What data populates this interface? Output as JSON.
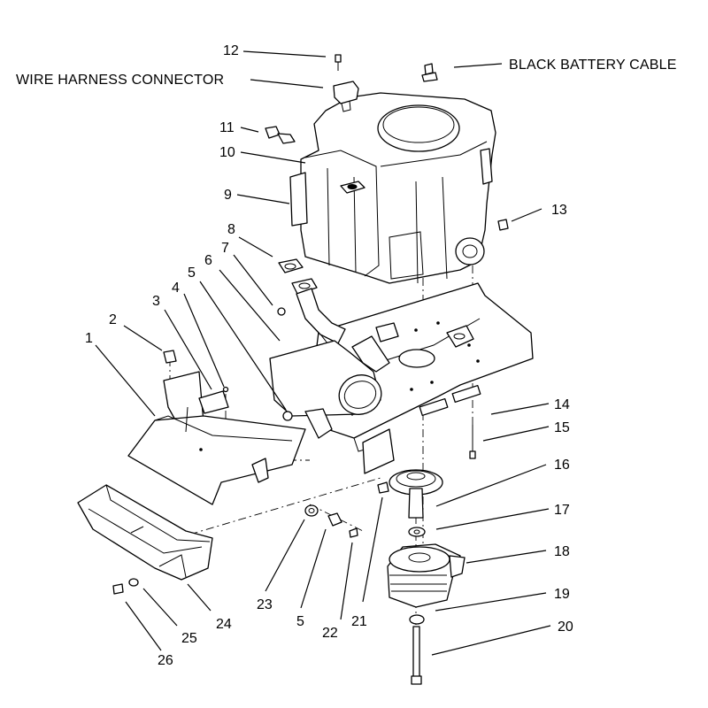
{
  "callouts": {
    "n1": "1",
    "n2": "2",
    "n3": "3",
    "n4": "4",
    "n5a": "5",
    "n5b": "5",
    "n6": "6",
    "n7": "7",
    "n8": "8",
    "n9": "9",
    "n10": "10",
    "n11": "11",
    "n12": "12",
    "n13": "13",
    "n14": "14",
    "n15": "15",
    "n16": "16",
    "n17": "17",
    "n18": "18",
    "n19": "19",
    "n20": "20",
    "n21": "21",
    "n22": "22",
    "n23": "23",
    "n24": "24",
    "n25": "25",
    "n26": "26"
  },
  "labels": {
    "wire_harness": "WIRE HARNESS CONNECTOR",
    "battery_cable": "BLACK BATTERY CABLE"
  },
  "colors": {
    "ink": "#000000",
    "paper": "#ffffff"
  }
}
